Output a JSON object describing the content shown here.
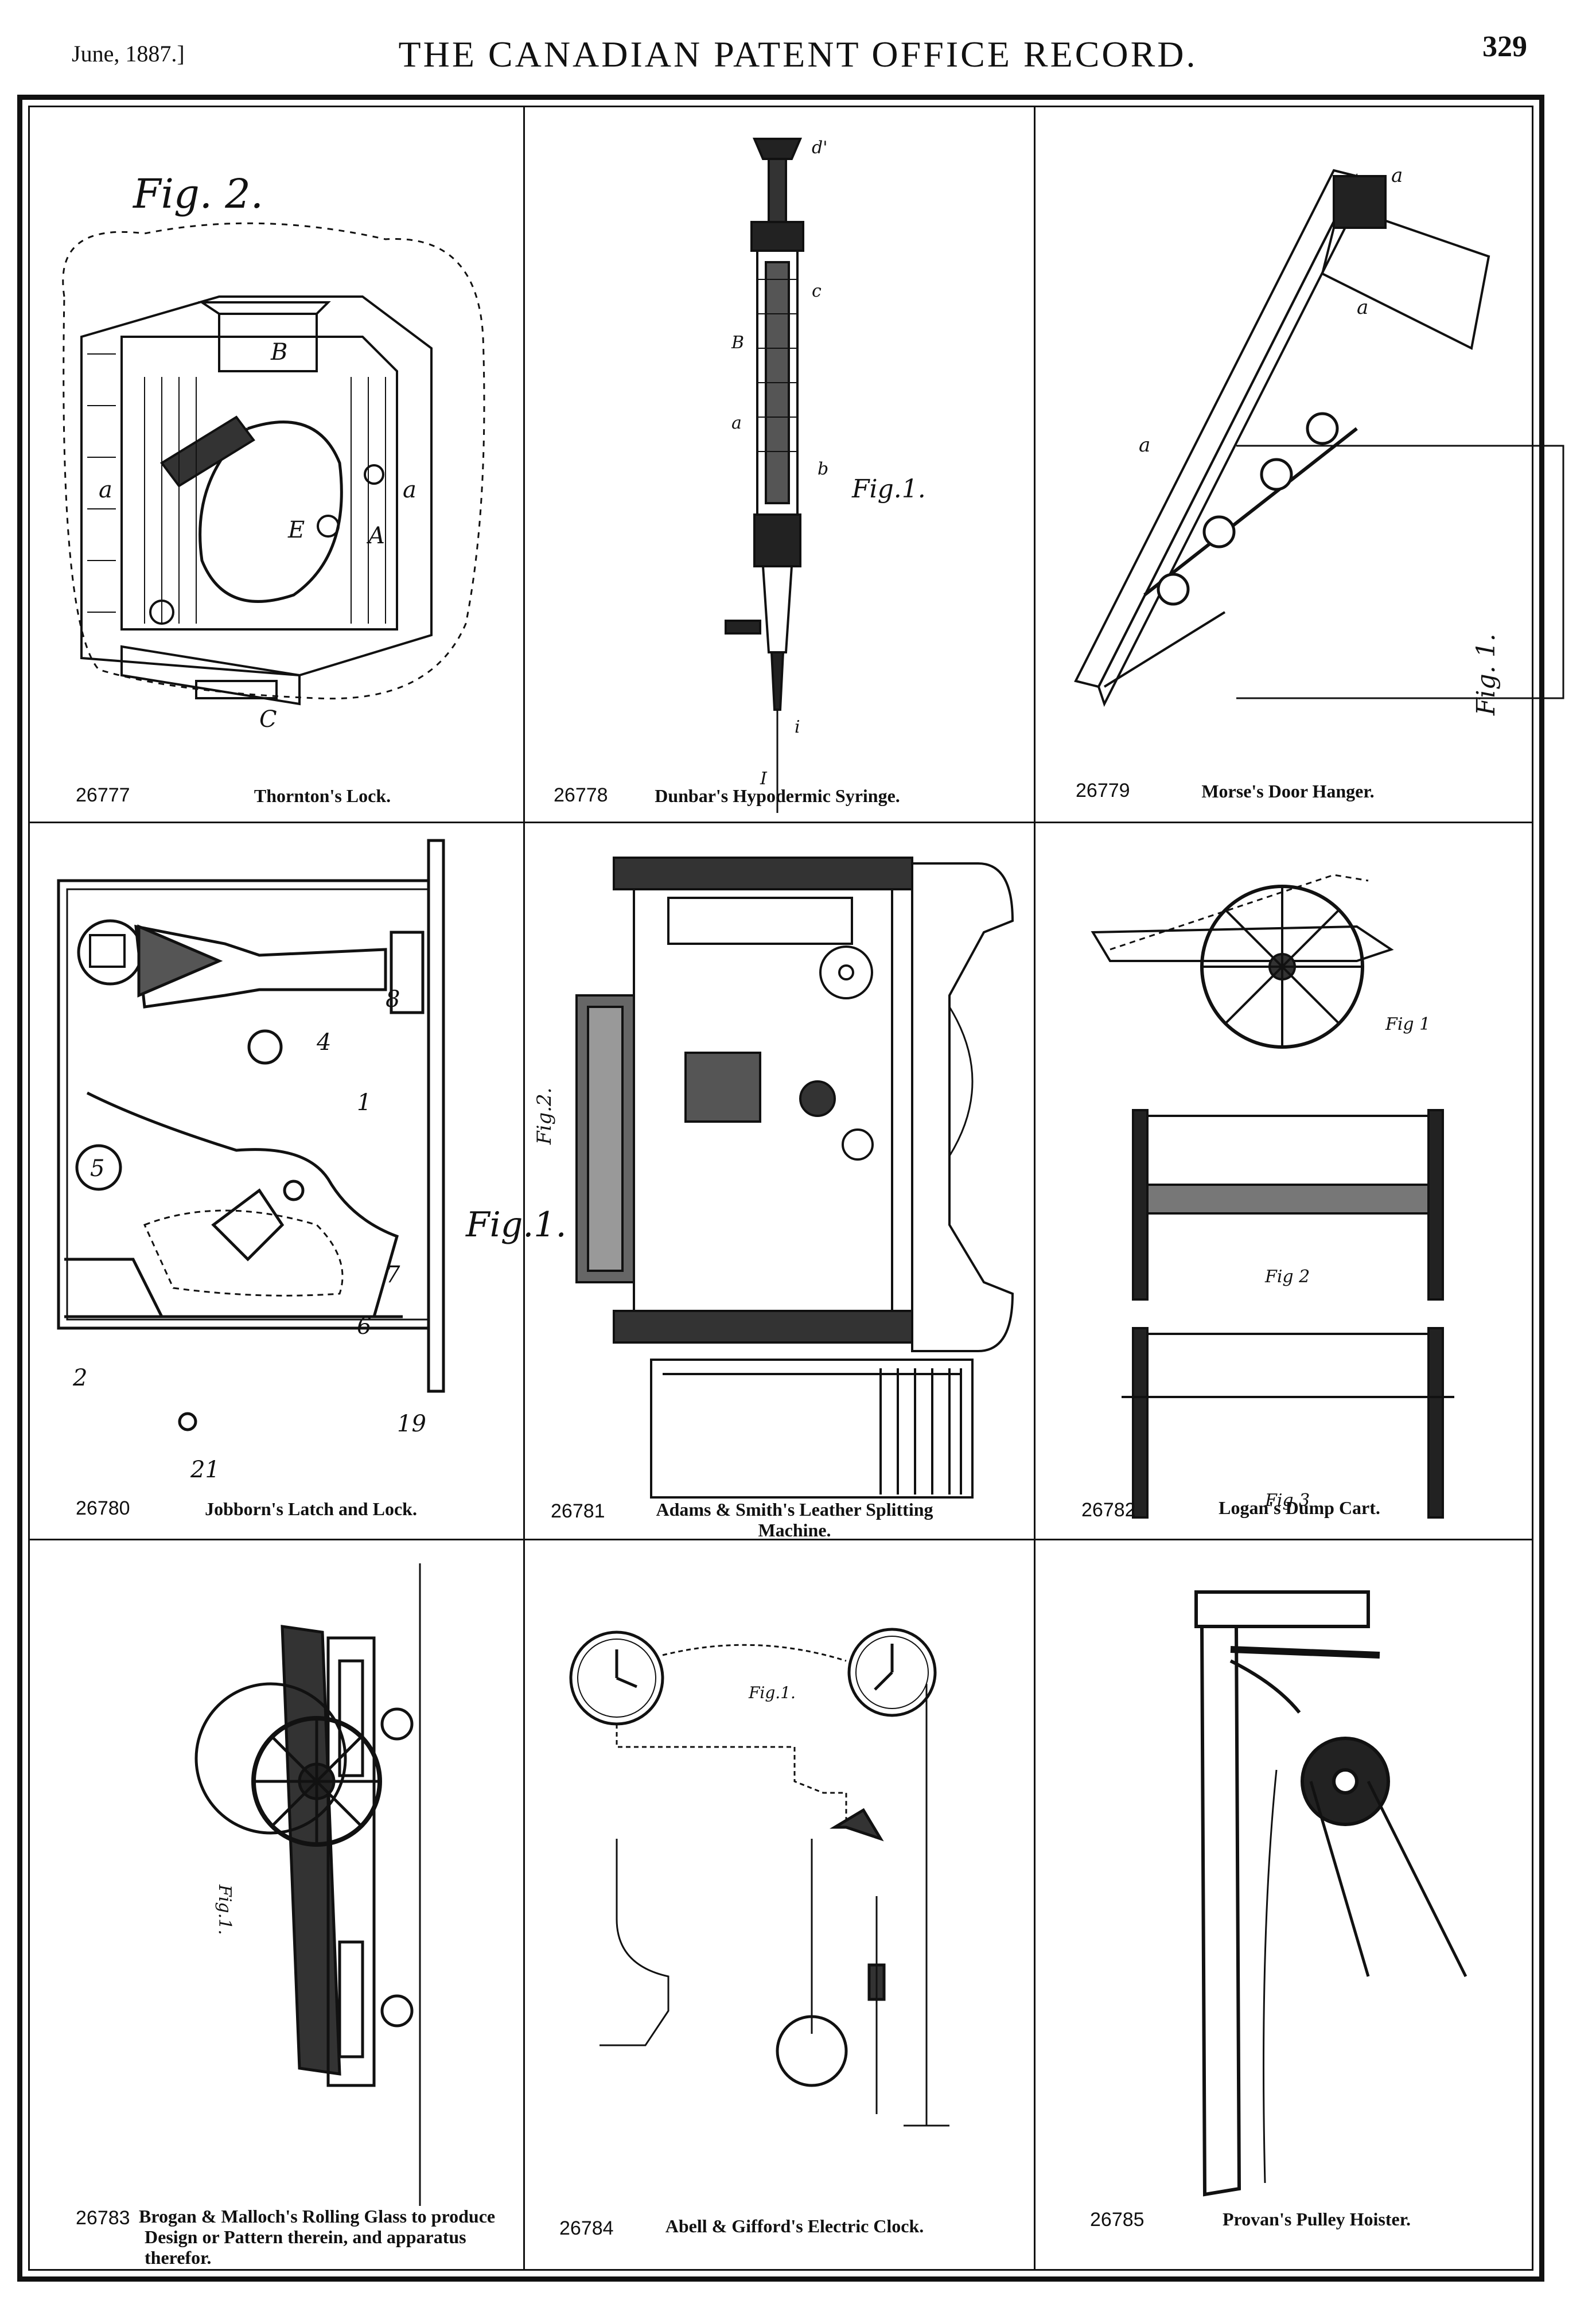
{
  "header": {
    "date": "June, 1887.]",
    "title": "THE CANADIAN PATENT OFFICE RECORD.",
    "page_number": "329"
  },
  "patents": [
    {
      "number": "26777",
      "title": "Thornton's Lock.",
      "figure_label": "Fig. 2."
    },
    {
      "number": "26778",
      "title": "Dunbar's Hypodermic Syringe.",
      "figure_label": "Fig.1."
    },
    {
      "number": "26779",
      "title": "Morse's Door Hanger.",
      "figure_label": "Fig. 1."
    },
    {
      "number": "26780",
      "title": "Jobborn's Latch and Lock.",
      "figure_label": "Fig.1."
    },
    {
      "number": "26781",
      "title": "Adams & Smith's Leather Splitting Machine.",
      "figure_label": "Fig.2."
    },
    {
      "number": "26782",
      "title": "Logan's Dump Cart.",
      "figure_labels": [
        "Fig 1",
        "Fig 2",
        "Fig 3"
      ]
    },
    {
      "number": "26783",
      "title_lines": [
        "Brogan & Malloch's Rolling Glass to produce",
        "Design or Pattern therein, and apparatus",
        "therefor."
      ],
      "figure_label": "Fig.1."
    },
    {
      "number": "26784",
      "title": "Abell & Gifford's Electric Clock.",
      "figure_label": "Fig.1."
    },
    {
      "number": "26785",
      "title": "Provan's Pulley Hoister."
    }
  ],
  "illustration_icons": [
    "lock-icon",
    "syringe-icon",
    "door-hanger-icon",
    "latch-icon",
    "machine-icon",
    "cart-icon",
    "roller-icon",
    "clock-icon",
    "pulley-icon"
  ]
}
